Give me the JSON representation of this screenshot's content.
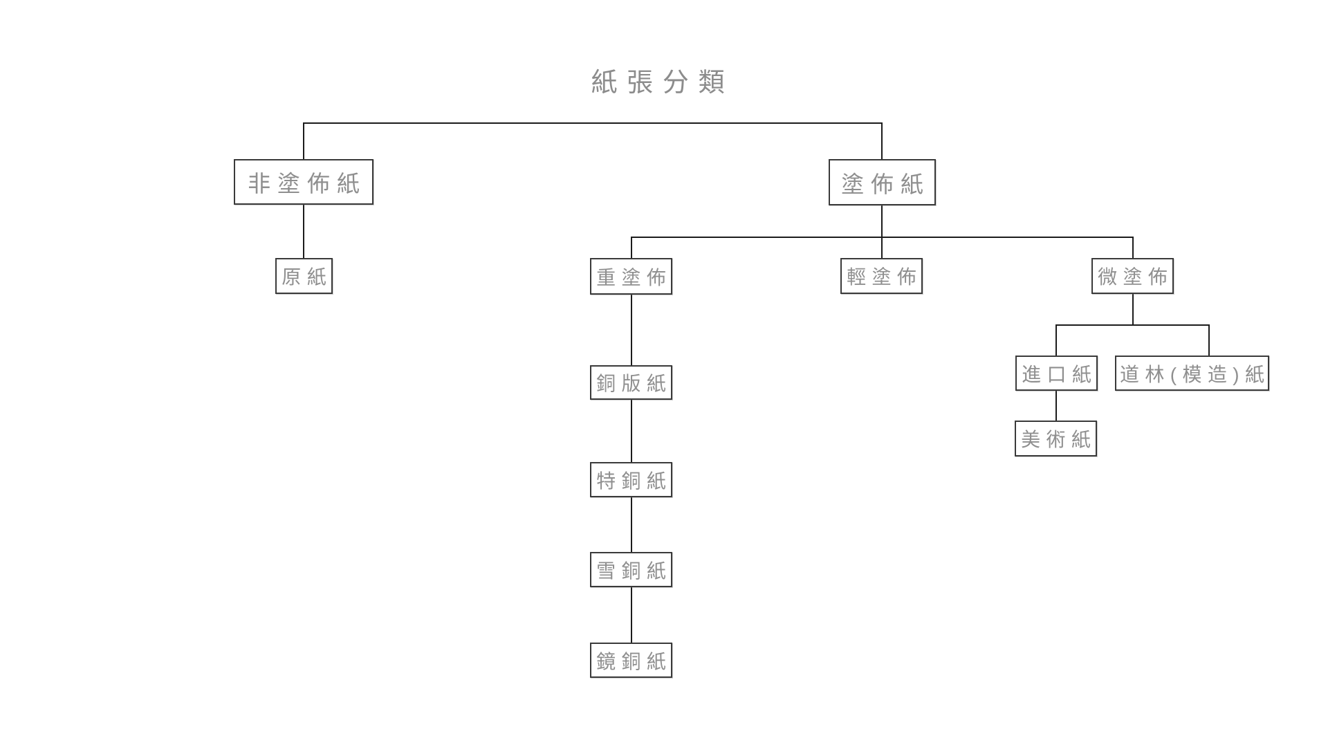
{
  "title": "紙張分類",
  "colors": {
    "background": "#ffffff",
    "connector": "#1b1b1b",
    "node_border": "#3a3a3a",
    "node_text": "#8f8f8f",
    "title_text": "#8c8c8c"
  },
  "nodes": {
    "non_coated": {
      "label": "非塗佈紙"
    },
    "coated": {
      "label": "塗佈紙"
    },
    "base_paper": {
      "label": "原紙"
    },
    "heavy_coated": {
      "label": "重塗佈"
    },
    "light_coated": {
      "label": "輕塗佈"
    },
    "micro_coated": {
      "label": "微塗佈"
    },
    "art_paper": {
      "label": "銅版紙"
    },
    "special_art": {
      "label": "特銅紙"
    },
    "snow_art": {
      "label": "雪銅紙"
    },
    "mirror_art": {
      "label": "鏡銅紙"
    },
    "imported": {
      "label": "進口紙"
    },
    "woodfree": {
      "label": "道林(模造)紙"
    },
    "fine_art": {
      "label": "美術紙"
    }
  },
  "tree": {
    "root": "紙張分類",
    "children": [
      {
        "label": "非塗佈紙",
        "children": [
          {
            "label": "原紙"
          }
        ]
      },
      {
        "label": "塗佈紙",
        "children": [
          {
            "label": "重塗佈",
            "children": [
              {
                "label": "銅版紙",
                "children": [
                  {
                    "label": "特銅紙",
                    "children": [
                      {
                        "label": "雪銅紙",
                        "children": [
                          {
                            "label": "鏡銅紙"
                          }
                        ]
                      }
                    ]
                  }
                ]
              }
            ]
          },
          {
            "label": "輕塗佈"
          },
          {
            "label": "微塗佈",
            "children": [
              {
                "label": "進口紙",
                "children": [
                  {
                    "label": "美術紙"
                  }
                ]
              },
              {
                "label": "道林(模造)紙"
              }
            ]
          }
        ]
      }
    ]
  }
}
